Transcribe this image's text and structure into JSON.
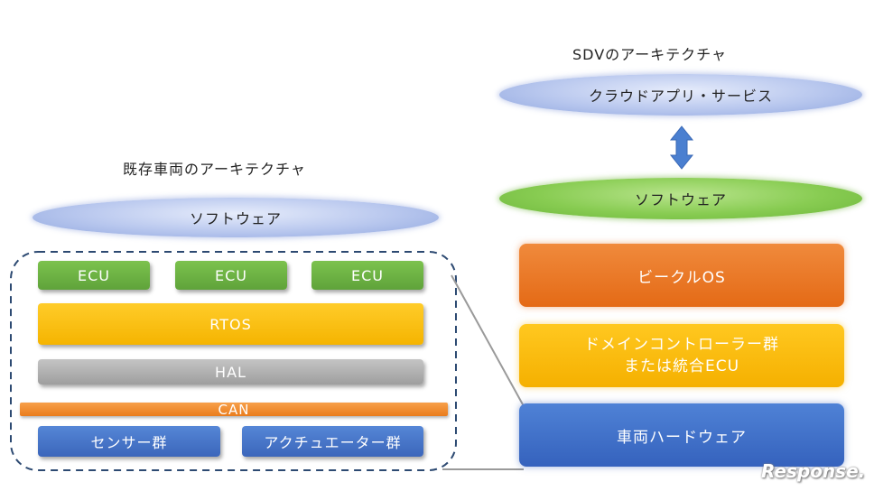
{
  "right": {
    "title": "SDVのアーキテクチャ",
    "cloud": "クラウドアプリ・サービス",
    "software": "ソフトウェア",
    "vehicle_os": "ビークルOS",
    "domain_line1": "ドメインコントローラー群",
    "domain_line2": "または統合ECU",
    "hardware": "車両ハードウェア"
  },
  "left": {
    "title": "既存車両のアーキテクチャ",
    "software": "ソフトウェア",
    "ecu": [
      "ECU",
      "ECU",
      "ECU"
    ],
    "rtos": "RTOS",
    "hal": "HAL",
    "can": "CAN",
    "sensors": "センサー群",
    "actuators": "アクチュエーター群"
  },
  "colors": {
    "arrow": "#4a7fd0",
    "dashed_border": "#2d4a72",
    "connector": "#9a9a9a"
  },
  "watermark": "Response."
}
